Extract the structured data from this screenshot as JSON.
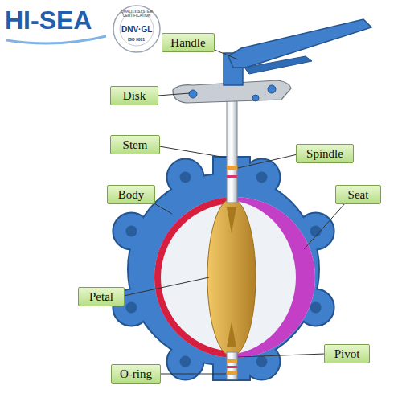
{
  "diagram": {
    "nodes": [
      {
        "text": [
          "Handle"
        ]
      },
      {
        "text": [
          "Disk"
        ]
      },
      {
        "text": [
          "Stem"
        ]
      },
      {
        "text": [
          "Spindle"
        ]
      },
      {
        "text": [
          "Body"
        ]
      },
      {
        "text": [
          "Seat"
        ]
      },
      {
        "text": [
          "Petal"
        ]
      },
      {
        "text": [
          "Pivot"
        ]
      },
      {
        "text": [
          "O-ring"
        ]
      }
    ],
    "labels": [
      "HI-SEA",
      "QUALITY SYSTEM CERTIFICATION",
      "DNV·GL",
      "ISO 9001"
    ]
  }
}
